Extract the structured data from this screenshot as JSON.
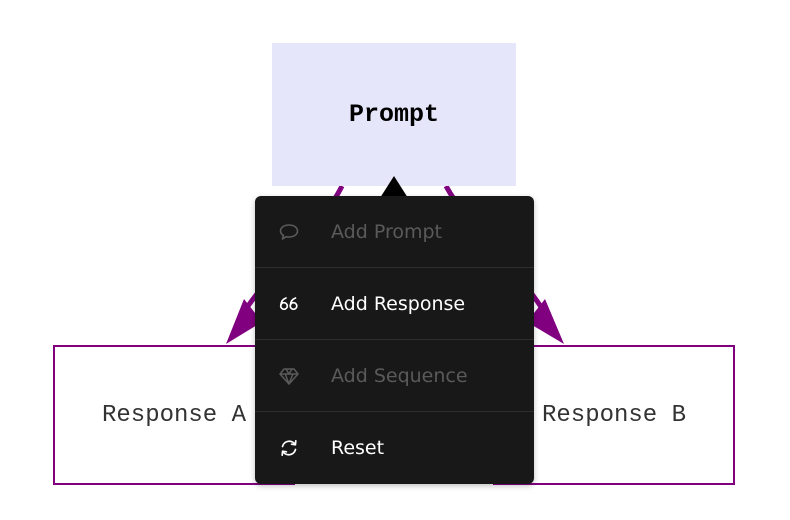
{
  "diagram": {
    "nodes": {
      "prompt": {
        "label": "Prompt"
      },
      "response_a": {
        "label": "Response A"
      },
      "response_b": {
        "label": "Response B"
      }
    },
    "edges": [
      {
        "from": "prompt",
        "to": "response_a"
      },
      {
        "from": "prompt",
        "to": "response_b"
      }
    ],
    "colors": {
      "prompt_fill": "#e6e6fa",
      "edge": "#800080",
      "menu_bg": "#181818"
    }
  },
  "context_menu": {
    "items": [
      {
        "label": "Add Prompt",
        "icon": "speech-bubble-icon",
        "enabled": false
      },
      {
        "label": "Add Response",
        "icon": "quote-icon",
        "enabled": true
      },
      {
        "label": "Add Sequence",
        "icon": "diamond-icon",
        "enabled": false
      },
      {
        "label": "Reset",
        "icon": "refresh-icon",
        "enabled": true
      }
    ]
  }
}
